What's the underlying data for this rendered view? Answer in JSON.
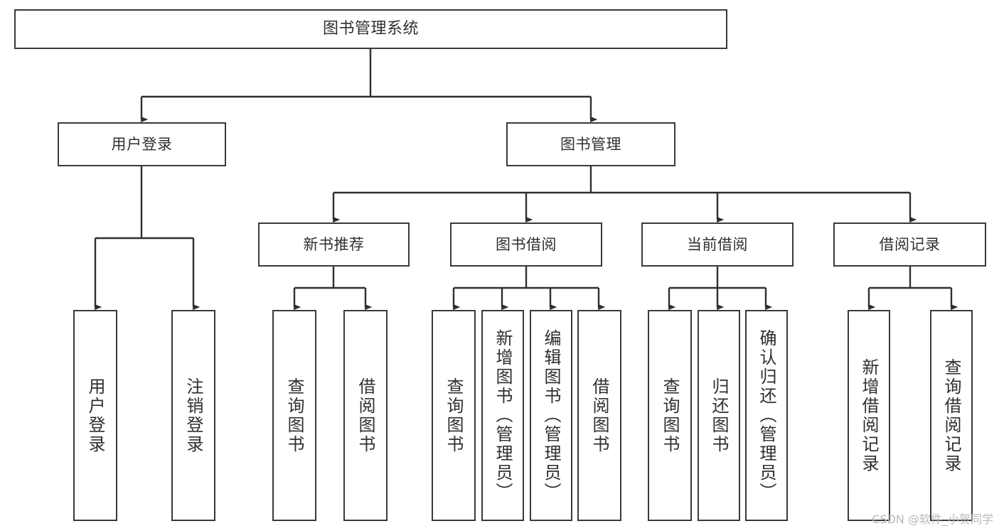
{
  "diagram": {
    "type": "tree-hierarchy-chart",
    "title": "图书管理系统",
    "line_color": "#3a3a3a",
    "text_color": "#2f2f2f",
    "background_color": "#ffffff",
    "nodes": {
      "root": {
        "label": "图书管理系统"
      },
      "level1": [
        {
          "id": "user-login",
          "label": "用户登录"
        },
        {
          "id": "book-management",
          "label": "图书管理"
        }
      ],
      "level2": [
        {
          "id": "new-book-recommend",
          "label": "新书推荐"
        },
        {
          "id": "book-borrow",
          "label": "图书借阅"
        },
        {
          "id": "current-borrow",
          "label": "当前借阅"
        },
        {
          "id": "borrow-record",
          "label": "借阅记录"
        }
      ],
      "leaves": {
        "user-login": [
          {
            "id": "leaf-user-login",
            "label": "用户登录"
          },
          {
            "id": "leaf-logout-login",
            "label": "注销登录"
          }
        ],
        "new-book-recommend": [
          {
            "id": "leaf-query-book-1",
            "label": "查询图书"
          },
          {
            "id": "leaf-borrow-book-1",
            "label": "借阅图书"
          }
        ],
        "book-borrow": [
          {
            "id": "leaf-query-book-2",
            "label": "查询图书"
          },
          {
            "id": "leaf-add-book",
            "label": "新增图书（管理员）"
          },
          {
            "id": "leaf-edit-book",
            "label": "编辑图书（管理员）"
          },
          {
            "id": "leaf-borrow-book-2",
            "label": "借阅图书"
          }
        ],
        "current-borrow": [
          {
            "id": "leaf-query-book-3",
            "label": "查询图书"
          },
          {
            "id": "leaf-return-book",
            "label": "归还图书"
          },
          {
            "id": "leaf-confirm-return",
            "label": "确认归还（管理员）"
          }
        ],
        "borrow-record": [
          {
            "id": "leaf-add-record",
            "label": "新增借阅记录"
          },
          {
            "id": "leaf-query-record",
            "label": "查询借阅记录"
          }
        ]
      }
    }
  },
  "watermark": {
    "text": "CSDN @软件_小贺同学"
  }
}
